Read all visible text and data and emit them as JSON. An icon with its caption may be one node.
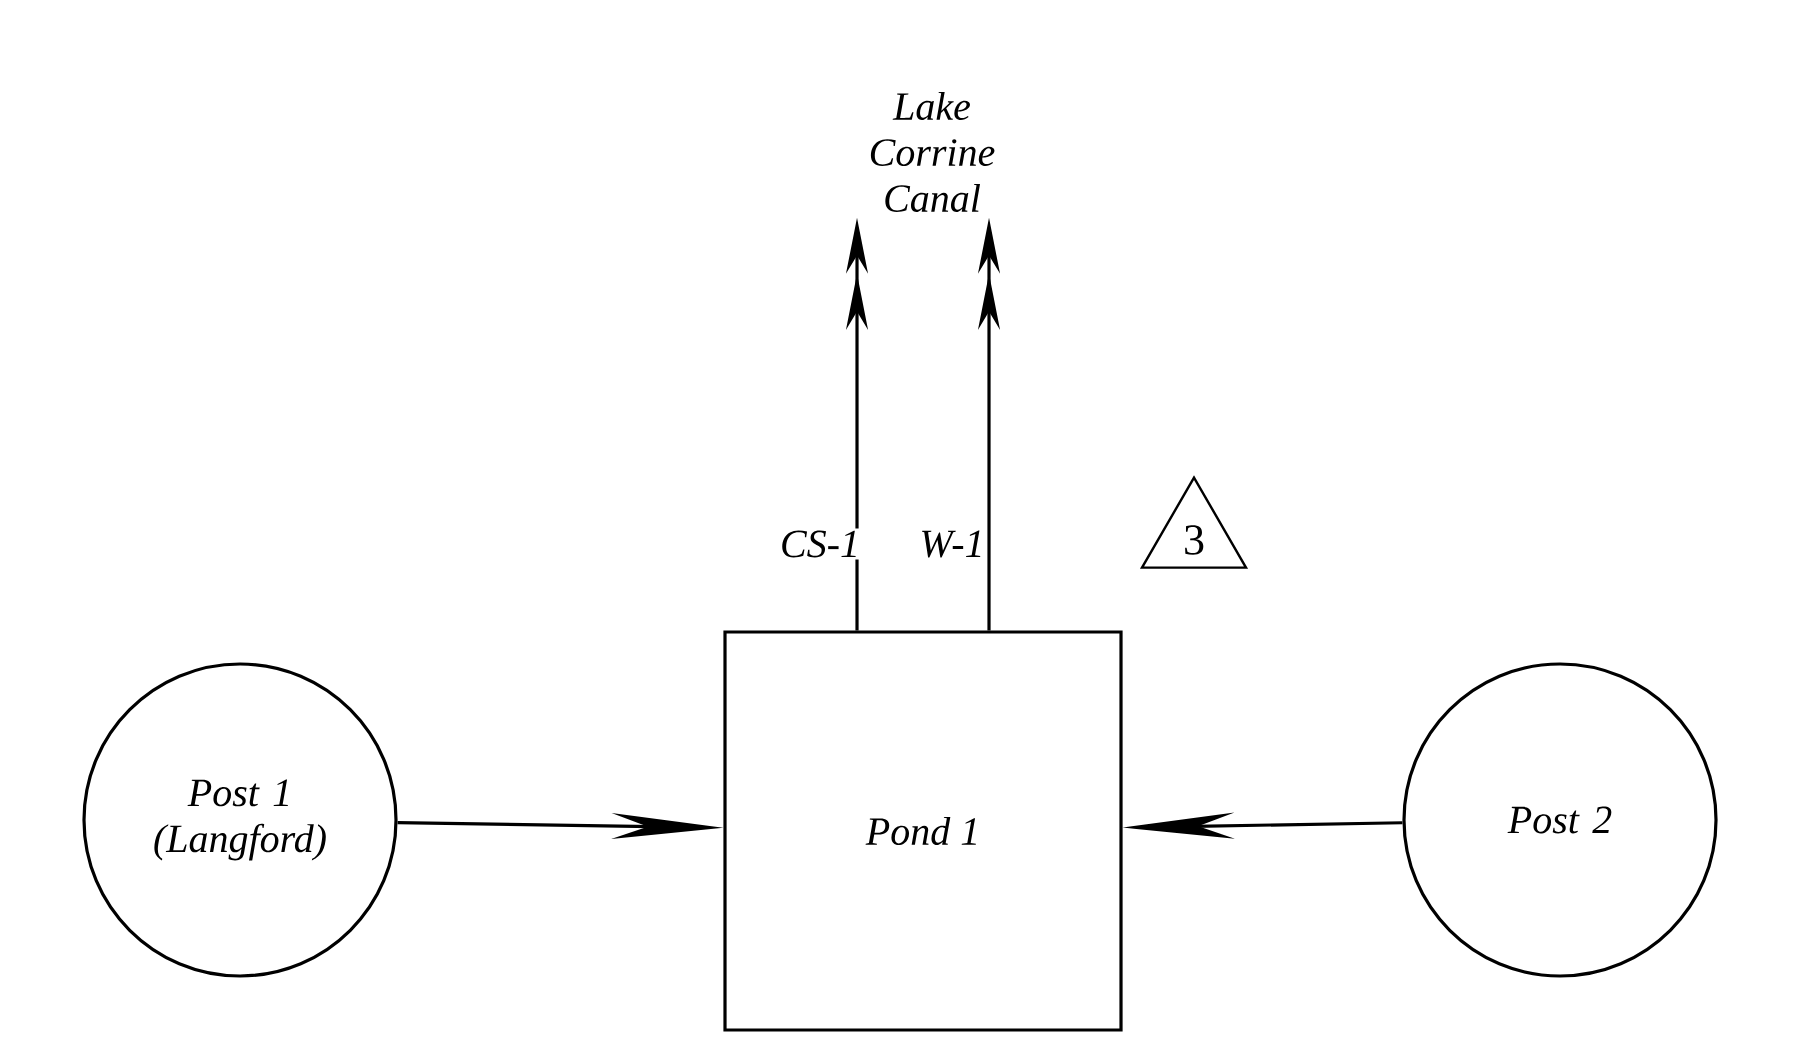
{
  "diagram": {
    "nodes": [
      {
        "text": [
          "Post 1 (Langford)"
        ]
      },
      {
        "text": [
          "Pond 1"
        ]
      },
      {
        "text": [
          "Post 2"
        ]
      },
      {
        "text": [
          "Lake Corrine Canal"
        ]
      },
      {
        "text": [
          "3"
        ]
      }
    ],
    "edges": [
      {
        "from": 0,
        "to": 1,
        "arrow": "to"
      },
      {
        "from": 2,
        "to": 1,
        "arrow": "to"
      },
      {
        "from": 1,
        "to": 3,
        "arrow": "to",
        "label": "CS-1"
      },
      {
        "from": 1,
        "to": 3,
        "arrow": "to",
        "label": "W-1"
      }
    ]
  }
}
